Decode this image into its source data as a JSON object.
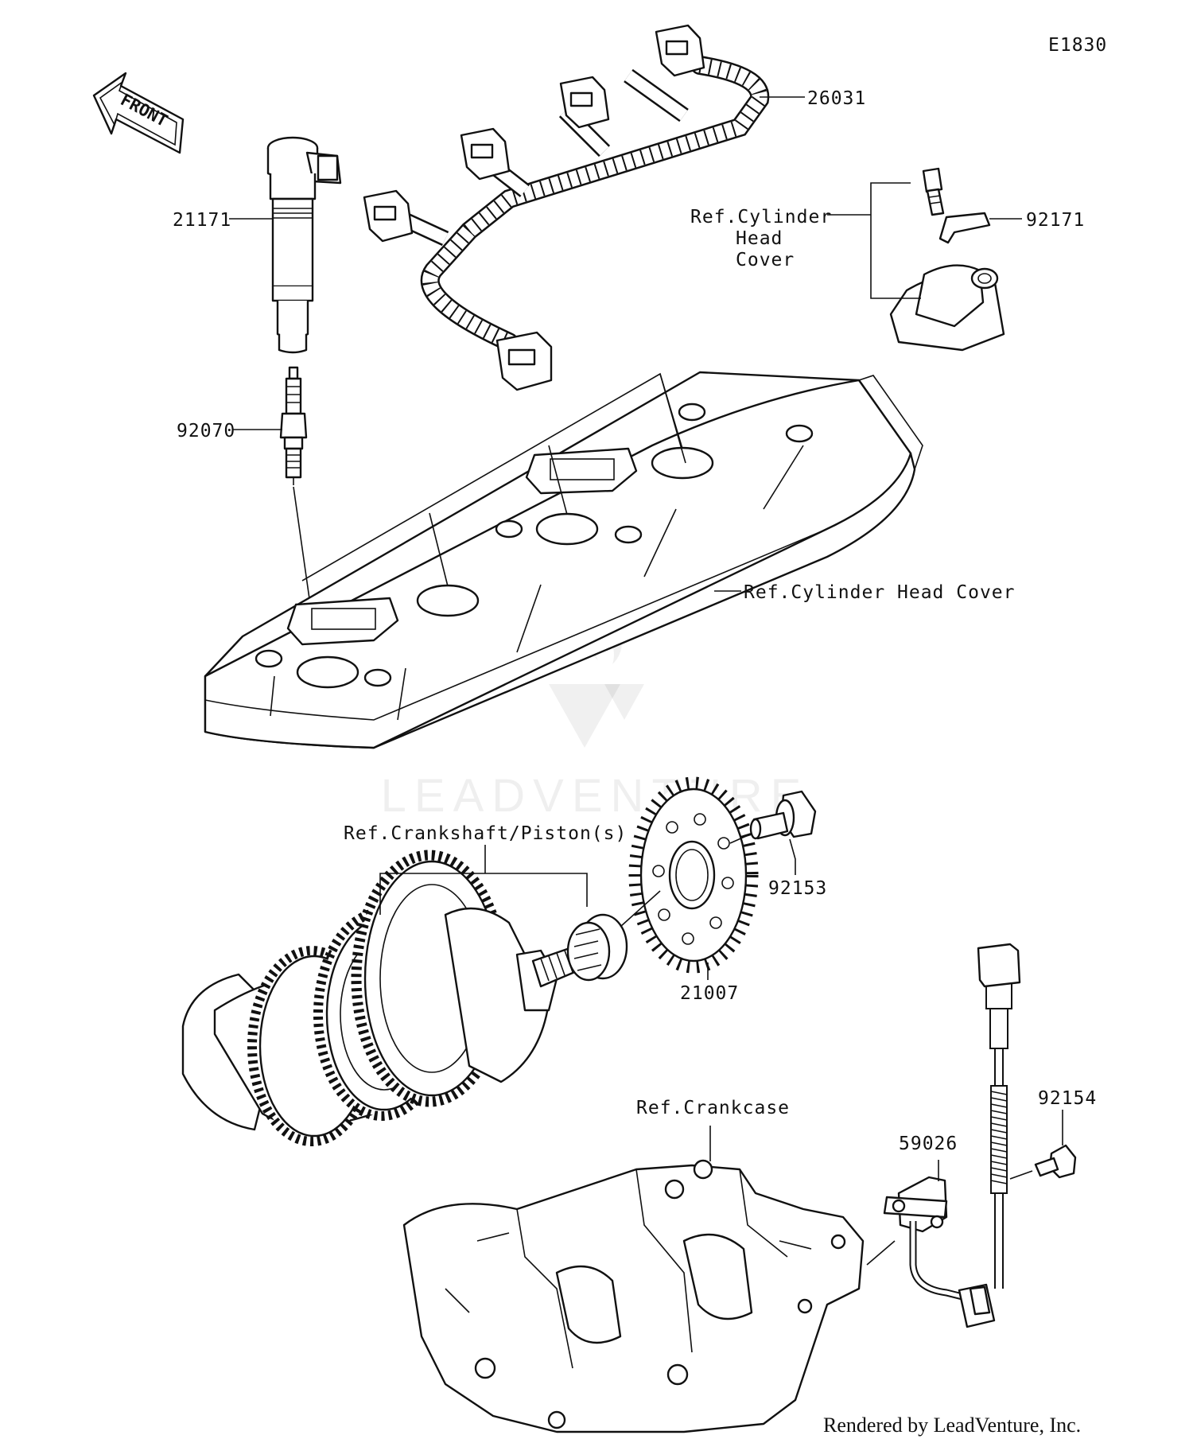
{
  "diagram": {
    "code": "E1830",
    "front_label": "FRONT",
    "footer": "Rendered by LeadVenture, Inc.",
    "watermark": "LEADVENTURE"
  },
  "callouts": {
    "p26031": "26031",
    "p21171": "21171",
    "p92171": "92171",
    "p92070": "92070",
    "p92153": "92153",
    "p21007": "21007",
    "p92154": "92154",
    "p59026": "59026"
  },
  "references": {
    "cyl_head_cover_small_1": "Ref.Cylinder",
    "cyl_head_cover_small_2": "Head",
    "cyl_head_cover_small_3": "Cover",
    "cyl_head_cover": "Ref.Cylinder Head Cover",
    "crankshaft": "Ref.Crankshaft/Piston(s)",
    "crankcase": "Ref.Crankcase"
  }
}
